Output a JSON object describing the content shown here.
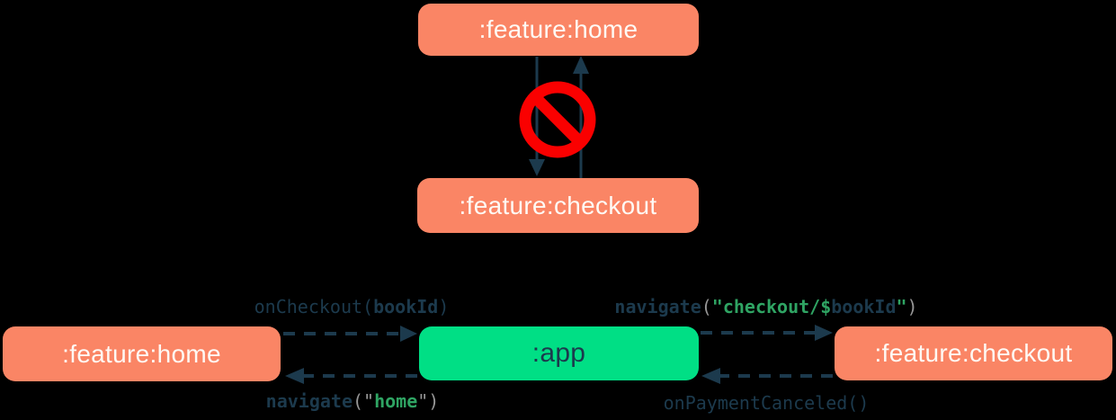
{
  "palette": {
    "background": "#000000",
    "feature_box": "#FA8565",
    "app_box": "#00DF85",
    "box_text_light": "#FEF9F4",
    "navy": "#1C3A4D",
    "no_entry_red": "#FA0000",
    "code_green": "#2FA463",
    "code_gray": "#969696"
  },
  "top_diagram": {
    "description": "forbidden direct dependency between feature modules",
    "home_box": {
      "label": ":feature:home"
    },
    "checkout_box": {
      "label": ":feature:checkout"
    },
    "no_entry_icon": "prohibition-sign",
    "arrows": [
      {
        "from": ":feature:home",
        "to": ":feature:checkout",
        "style": "solid"
      },
      {
        "from": ":feature:checkout",
        "to": ":feature:home",
        "style": "solid"
      }
    ]
  },
  "bottom_diagram": {
    "description": "features communicate through the app module",
    "home_box": {
      "label": ":feature:home"
    },
    "app_box": {
      "label": ":app"
    },
    "checkout_box": {
      "label": ":feature:checkout"
    },
    "arrows": [
      {
        "from": ":feature:home",
        "to": ":app",
        "style": "dashed",
        "label": "onCheckout(bookId)"
      },
      {
        "from": ":app",
        "to": ":feature:home",
        "style": "dashed",
        "label": "navigate(\"home\")"
      },
      {
        "from": ":app",
        "to": ":feature:checkout",
        "style": "dashed",
        "label": "navigate(\"checkout/$bookId\")"
      },
      {
        "from": ":feature:checkout",
        "to": ":app",
        "style": "dashed",
        "label": "onPaymentCanceled()"
      }
    ],
    "labels": {
      "on_checkout": {
        "text": "onCheckout(bookId)",
        "tokens": [
          {
            "t": "onCheckout(",
            "c": "navy"
          },
          {
            "t": "bookId",
            "c": "navy-bold"
          },
          {
            "t": ")",
            "c": "navy"
          }
        ]
      },
      "navigate_home": {
        "text": "navigate(\"home\")",
        "tokens": [
          {
            "t": "navigate",
            "c": "navy-bold"
          },
          {
            "t": "(",
            "c": "gray"
          },
          {
            "t": "\"",
            "c": "gray"
          },
          {
            "t": "home",
            "c": "green-bold"
          },
          {
            "t": "\"",
            "c": "gray"
          },
          {
            "t": ")",
            "c": "gray"
          }
        ]
      },
      "navigate_checkout": {
        "text": "navigate(\"checkout/$bookId\")",
        "tokens": [
          {
            "t": "navigate",
            "c": "navy-bold"
          },
          {
            "t": "(",
            "c": "gray"
          },
          {
            "t": "\"checkout/$",
            "c": "green-bold"
          },
          {
            "t": "bookId",
            "c": "navy-bold"
          },
          {
            "t": "\"",
            "c": "green-bold"
          },
          {
            "t": ")",
            "c": "gray"
          }
        ]
      },
      "on_payment_canceled": {
        "text": "onPaymentCanceled()",
        "tokens": [
          {
            "t": "onPaymentCanceled()",
            "c": "navy"
          }
        ]
      }
    }
  }
}
